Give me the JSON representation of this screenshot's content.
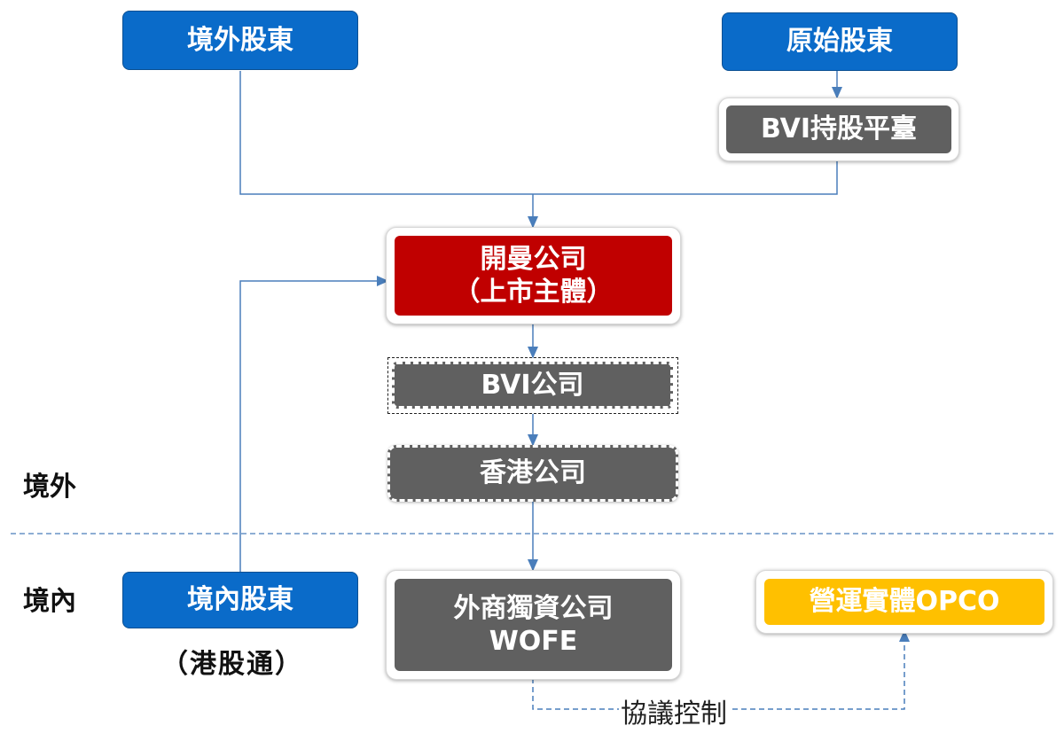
{
  "diagram": {
    "nodes": {
      "offshore_shareholders": "境外股東",
      "original_shareholders": "原始股東",
      "bvi_holding_platform": "BVI持股平臺",
      "listed_entity": {
        "line1": "開曼公司",
        "line2": "（上市主體）"
      },
      "bvi_company": "BVI公司",
      "hk_company": "香港公司",
      "domestic_shareholders": "境內股東",
      "domestic_shareholders_note": "（港股通）",
      "wofe": {
        "line1": "外商獨資公司",
        "line2": "WOFE"
      },
      "opco": "營運實體OPCO"
    },
    "region_labels": {
      "offshore": "境外",
      "onshore": "境內"
    },
    "edge_labels": {
      "contractual_control": "協議控制"
    },
    "colors": {
      "blue": "#0a6bc9",
      "red": "#c00000",
      "gray": "#606060",
      "gold": "#ffc000",
      "connector": "#4a7ebb"
    }
  }
}
